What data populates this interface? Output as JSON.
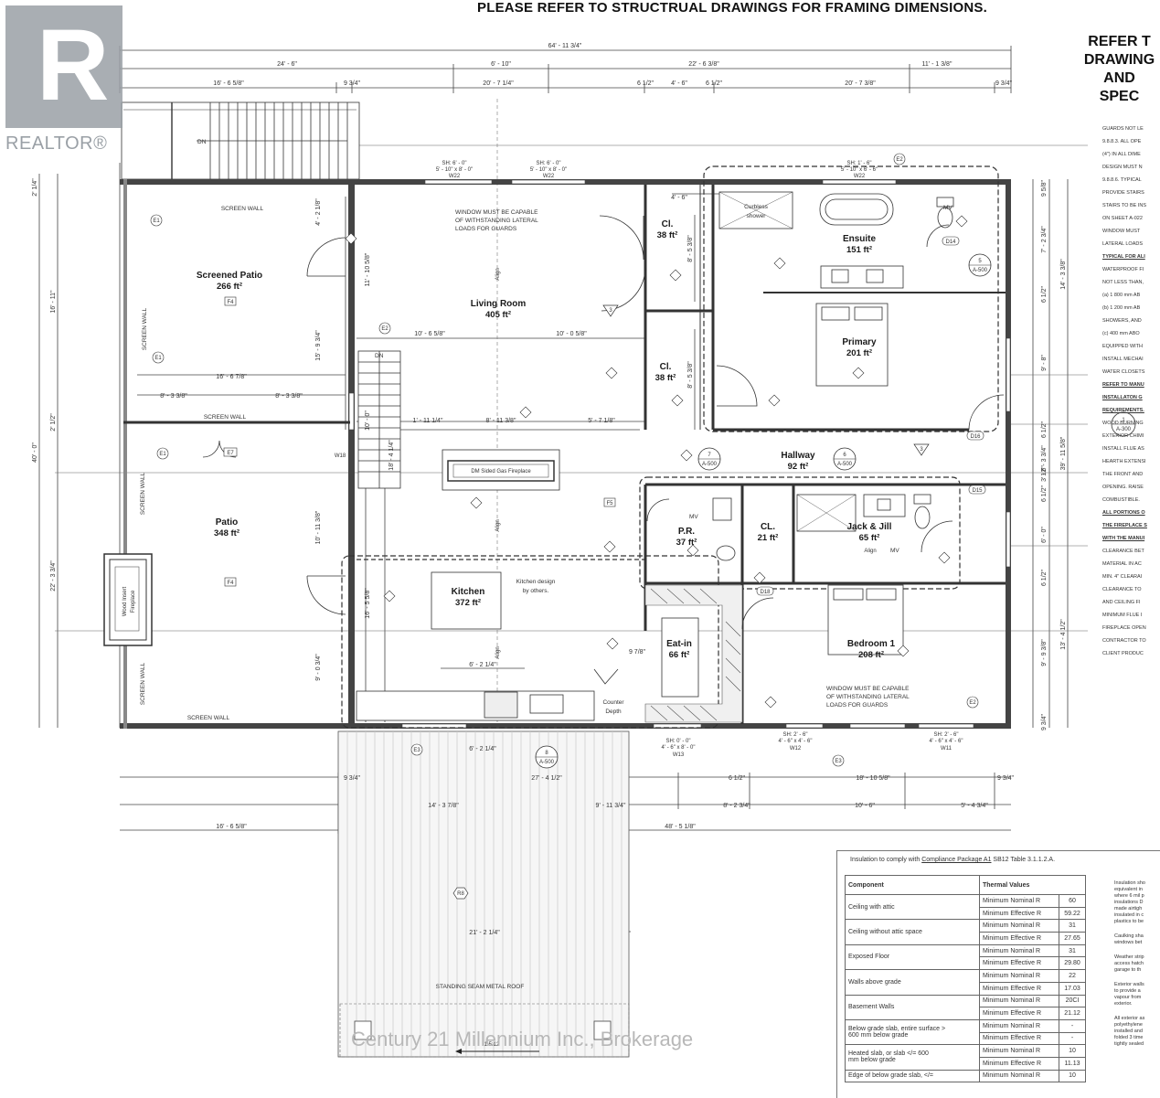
{
  "header": "PLEASE REFER TO STRUCTRUAL DRAWINGS FOR FRAMING DIMENSIONS.",
  "side_title": [
    "REFER T",
    "DRAWING",
    "AND",
    "SPEC"
  ],
  "side_notes": [
    {
      "text": "GUARDS NOT LE",
      "bold": false
    },
    {
      "text": "9.8.8.3. ALL OPE",
      "bold": false
    },
    {
      "text": "(4\") IN ALL DIME",
      "bold": false
    },
    {
      "text": "DESIGN MUST N",
      "bold": false
    },
    {
      "text": "9.8.8.6. TYPICAL",
      "bold": false
    },
    {
      "text": "PROVIDE STAIRS",
      "bold": false
    },
    {
      "text": "STAIRS TO BE INS",
      "bold": false
    },
    {
      "text": "ON SHEET A-022",
      "bold": false
    },
    {
      "text": "WINDOW MUST",
      "bold": false
    },
    {
      "text": "LATERAL LOADS",
      "bold": false
    },
    {
      "text": "TYPICAL FOR ALI",
      "bold": true
    },
    {
      "text": "WATERPROOF FI",
      "bold": false
    },
    {
      "text": "NOT LESS THAN,",
      "bold": false
    },
    {
      "text": "(a) 1 800 mm AB",
      "bold": false
    },
    {
      "text": "(b) 1 200 mm AB",
      "bold": false
    },
    {
      "text": "SHOWERS, AND",
      "bold": false
    },
    {
      "text": "(c) 400 mm ABO",
      "bold": false
    },
    {
      "text": "EQUIPPED WITH",
      "bold": false
    },
    {
      "text": "INSTALL MECHAI",
      "bold": false
    },
    {
      "text": "WATER CLOSETS",
      "bold": false
    },
    {
      "text": "REFER TO MANU",
      "bold": true
    },
    {
      "text": "INSTALLATON G",
      "bold": true
    },
    {
      "text": "REQUIREMENTS.",
      "bold": true
    },
    {
      "text": "WOOD BURNING",
      "bold": false
    },
    {
      "text": "EXTERIOR CHIMI",
      "bold": false
    },
    {
      "text": "INSTALL FLUE AS",
      "bold": false
    },
    {
      "text": "HEARTH EXTENSI",
      "bold": false
    },
    {
      "text": "THE FRONT AND",
      "bold": false
    },
    {
      "text": "OPENING. RAISE",
      "bold": false
    },
    {
      "text": "COMBUSTIBLE.",
      "bold": false
    },
    {
      "text": "ALL PORTIONS O",
      "bold": true
    },
    {
      "text": "THE FIREPLACE S",
      "bold": true
    },
    {
      "text": "WITH THE MANUI",
      "bold": true
    },
    {
      "text": "CLEARANCE BET",
      "bold": false
    },
    {
      "text": "MATERIAL IN AC",
      "bold": false
    },
    {
      "text": "MIN. 4\" CLEARAI",
      "bold": false
    },
    {
      "text": "CLEARANCE TO",
      "bold": false
    },
    {
      "text": "AND CEILING FI",
      "bold": false
    },
    {
      "text": "MINIMUM FLUE I",
      "bold": false
    },
    {
      "text": "FIREPLACE OPEN",
      "bold": false
    },
    {
      "text": "CONTRACTOR TO",
      "bold": false
    },
    {
      "text": "CLIENT PRODUC",
      "bold": false
    }
  ],
  "logo": {
    "word": "REALTOR®"
  },
  "watermark": "Century 21 Millennium Inc., Brokerage",
  "rooms": [
    {
      "name": "Screened Patio",
      "area": "266 ft²"
    },
    {
      "name": "Living Room",
      "area": "405 ft²"
    },
    {
      "name": "Cl.",
      "area": "38 ft²"
    },
    {
      "name": "Ensuite",
      "area": "151 ft²"
    },
    {
      "name": "Cl.",
      "area": "38 ft²"
    },
    {
      "name": "Primary",
      "area": "201 ft²"
    },
    {
      "name": "Patio",
      "area": "348 ft²"
    },
    {
      "name": "Hallway",
      "area": "92 ft²"
    },
    {
      "name": "P.R.",
      "area": "37 ft²"
    },
    {
      "name": "CL.",
      "area": "21 ft²"
    },
    {
      "name": "Jack & Jill",
      "area": "65 ft²"
    },
    {
      "name": "Kitchen",
      "area": "372 ft²"
    },
    {
      "name": "Eat-in",
      "area": "66 ft²"
    },
    {
      "name": "Bedroom 1",
      "area": "208 ft²"
    }
  ],
  "labels": {
    "screen_wall": "SCREEN WALL",
    "dn": "DN",
    "window_guard_1": "WINDOW MUST BE CAPABLE",
    "window_guard_2": "OF WITHSTANDING LATERAL",
    "window_guard_3": "LOADS FOR GUARDS",
    "curbless_1": "Curbless",
    "curbless_2": "shower",
    "fireplace_center": "DM Sided Gas Fireplace",
    "kitchen_design_1": "Kitchen design",
    "kitchen_design_2": "by others.",
    "counter_1": "Counter",
    "counter_2": "Depth",
    "wood_fp_1": "Wood Insert",
    "wood_fp_2": "Fireplace",
    "align": "Align",
    "mv": "MV",
    "roof": "STANDING SEAM METAL ROOF",
    "slope": "1.5:12"
  },
  "dims": {
    "overall": "64' - 11 3/4\"",
    "top_a": "24' - 6\"",
    "top_b": "6' - 10\"",
    "top_c": "22' - 6 3/8\"",
    "top_d": "11' - 1 3/8\"",
    "r2_a": "16' - 6 5/8\"",
    "r2_b": "9 3/4\"",
    "r2_c": "20' - 7 1/4\"",
    "r2_d": "6 1/2\"",
    "r2_e": "4' - 6\"",
    "r2_f": "6 1/2\"",
    "r2_g": "20' - 7 3/8\"",
    "r2_h": "9 3/4\"",
    "left_a": "2' 1/4\"",
    "left_b": "16' - 11\"",
    "left_c": "2' 1/2\"",
    "left_d": "22' - 3 3/4\"",
    "left_total": "40' - 0\"",
    "sp_a": "4' - 2 1/8\"",
    "sp_b": "11' - 10 5/8\"",
    "sp_c": "15' - 9 3/4\"",
    "sp_w": "16' - 6 7/8\"",
    "sp_w2": "8' - 3 3/8\"",
    "sp_w3": "8' - 3 3/8\"",
    "lr_a": "10' - 6 5/8\"",
    "lr_b": "10' - 0 5/8\"",
    "lr_c": "1' - 11 1/4\"",
    "lr_d": "8' - 11 3/8\"",
    "lr_e": "5' - 7 1/8\"",
    "cl_w": "4' - 6\"",
    "cl_h": "8' - 5 3/8\"",
    "cl2_h": "8' - 5 3/8\"",
    "p_a": "10' - 11 3/8\"",
    "p_b": "16' - 5 5/8\"",
    "p_c": "9' - 0 3/4\"",
    "st_a": "10' - 0\"",
    "st_b": "18' - 4 1/4\"",
    "k_a": "6' - 2 1/4\"",
    "k_b": "9 7/8\"",
    "bot_a": "6' - 2 1/4\"",
    "bot_b": "9 3/4\"",
    "bot_c": "27' - 4 1/2\"",
    "bot_d": "6 1/2\"",
    "bot_e": "18' - 10 5/8\"",
    "bot_f": "9 3/4\"",
    "bot2_a": "14' - 3 7/8\"",
    "bot2_b": "9' - 11 3/4\"",
    "bot2_c": "8' - 2 3/4\"",
    "bot2_d": "10' - 6\"",
    "bot2_e": "5' - 4 3/4\"",
    "bot3_a": "16' - 6 5/8\"",
    "bot3_b": "48' - 5 1/8\"",
    "roof_w": "21' - 2 1/4\"",
    "r_a": "9 5/8\"",
    "r_b": "7' - 2 3/4\"",
    "r_c": "6 1/2\"",
    "r_d": "14' - 3 3/8\"",
    "r_e": "9' - 8\"",
    "r_f": "6 1/2\"",
    "r_g": "12' - 3 3/4\"",
    "r_h": "39' - 11 5/8\"",
    "r_i": "3' - 6\"",
    "r_j": "6 1/2\"",
    "r_k": "6' - 0\"",
    "r_l": "6 1/2\"",
    "r_m": "13' - 4 1/2\"",
    "r_n": "9' - 9 3/8\"",
    "r_o": "9 3/4\""
  },
  "tags": {
    "t7": "7",
    "t7s": "A-500",
    "t6": "6",
    "t6s": "A-500",
    "t5": "5",
    "t5s": "A-500",
    "t1": "1",
    "t1s": "A-300",
    "t8": "8",
    "t8s": "A-500",
    "t3": "3",
    "d14": "D14",
    "d16": "D16",
    "d15": "D15",
    "d18": "D18",
    "w22a": "W22",
    "w22b": "W22",
    "w22c": "W22",
    "w18": "W18",
    "w13": "W13",
    "w12": "W12",
    "w11": "W11",
    "sh1": "SH: 6' - 0\"",
    "sh1b": "5' - 10\" x 8' - 0\"",
    "sh2": "SH: 6' - 0\"",
    "sh2b": "5' - 10\" x 8' - 0\"",
    "sh3": "SH: 1' - 6\"",
    "sh3b": "5' - 10\" x 6' - 6\"",
    "sh4": "SH: 0' - 0\"",
    "sh4b": "4' - 6\" x 8' - 0\"",
    "sh5": "SH: 2' - 6\"",
    "sh5b": "4' - 6\" x 4' - 6\"",
    "sh6": "SH: 2' - 6\"",
    "sh6b": "4' - 6\" x 4' - 6\"",
    "e1": "E1",
    "e2": "E2",
    "e3": "E3",
    "e7": "E7",
    "f4a": "F4",
    "f4b": "F4",
    "f5": "F5",
    "r8": "R8"
  },
  "insulation": {
    "title_1": "Insulation to comply with ",
    "title_link": "Compliance Package A1",
    "title_2": " SB12 Table 3.1.1.2.A.",
    "h_component": "Component",
    "h_values": "Thermal Values",
    "rows": [
      {
        "component": "Ceiling with attic",
        "n_label": "Minimum Nominal R",
        "n_val": "60",
        "e_label": "Minimum Effective R",
        "e_val": "59.22"
      },
      {
        "component": "Ceiling without attic space",
        "n_label": "Minimum Nominal R",
        "n_val": "31",
        "e_label": "Minimum Effective R",
        "e_val": "27.65"
      },
      {
        "component": "Exposed Floor",
        "n_label": "Minimum Nominal R",
        "n_val": "31",
        "e_label": "Minimum Effective R",
        "e_val": "29.80"
      },
      {
        "component": "Walls above grade",
        "n_label": "Minimum Nominal R",
        "n_val": "22",
        "e_label": "Minimum Effective R",
        "e_val": "17.03"
      },
      {
        "component": "Basement Walls",
        "n_label": "Minimum Nominal R",
        "n_val": "20CI",
        "e_label": "Minimum Effective R",
        "e_val": "21.12"
      },
      {
        "component": "Below grade slab, entire surface >",
        "component2": "600 mm below grade",
        "n_label": "Minimum Nominal R",
        "n_val": "-",
        "e_label": "Minimum Effective R",
        "e_val": "-"
      },
      {
        "component": "Heated slab, or slab </= 600",
        "component2": "mm below grade",
        "n_label": "Minimum Nominal R",
        "n_val": "10",
        "e_label": "Minimum Effective R",
        "e_val": "11.13"
      },
      {
        "component": "Edge of below grade slab, </=",
        "n_label": "Minimum Nominal R",
        "n_val": "10",
        "e_label": "",
        "e_val": ""
      }
    ],
    "right_notes": [
      "Insulation sho",
      "equivalent in",
      "where 6 mil p",
      "insulations D",
      "made airtigh",
      "insulated in c",
      "plastics to be",
      "Caulking sha",
      "windows bet",
      "Weather strip",
      "access hatch",
      "garage to th",
      "Exterior walls",
      "to provide a",
      "vapour from",
      "exterior.",
      "All exterior as",
      "polyethylene",
      "installed and",
      "folded 3 time",
      "tightly sealed"
    ]
  }
}
